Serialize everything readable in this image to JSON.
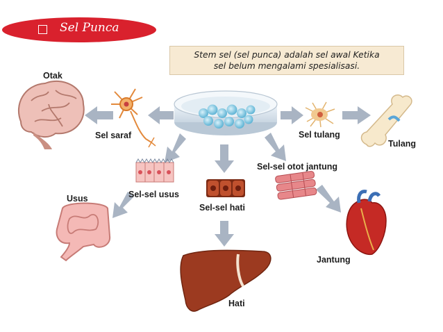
{
  "title": "Sel Punca",
  "definition_lines": [
    "Stem sel (sel punca) adalah sel awal Ketika",
    "sel belum mengalami spesialisasi."
  ],
  "labels": {
    "otak": "Otak",
    "sel_saraf": "Sel saraf",
    "sel_tulang": "Sel tulang",
    "tulang": "Tulang",
    "sel_usus": "Sel-sel usus",
    "usus": "Usus",
    "sel_hati": "Sel-sel hati",
    "hati": "Hati",
    "sel_otot": "Sel-sel otot jantung",
    "jantung": "Jantung"
  },
  "colors": {
    "title_pill": "#d9212d",
    "callout_bg": "#f7ead3",
    "arrow": "#a9b4c3",
    "organ_red": "#9b2a1d",
    "cell_pink": "#f2a6a8",
    "stem_cell": "#9bd2e6"
  },
  "icons": [
    "petri-dish-icon",
    "brain-icon",
    "neuron-icon",
    "bone-cell-icon",
    "bone-icon",
    "intestine-cells-icon",
    "intestine-icon",
    "liver-cells-icon",
    "liver-icon",
    "heart-muscle-cells-icon",
    "heart-icon"
  ]
}
